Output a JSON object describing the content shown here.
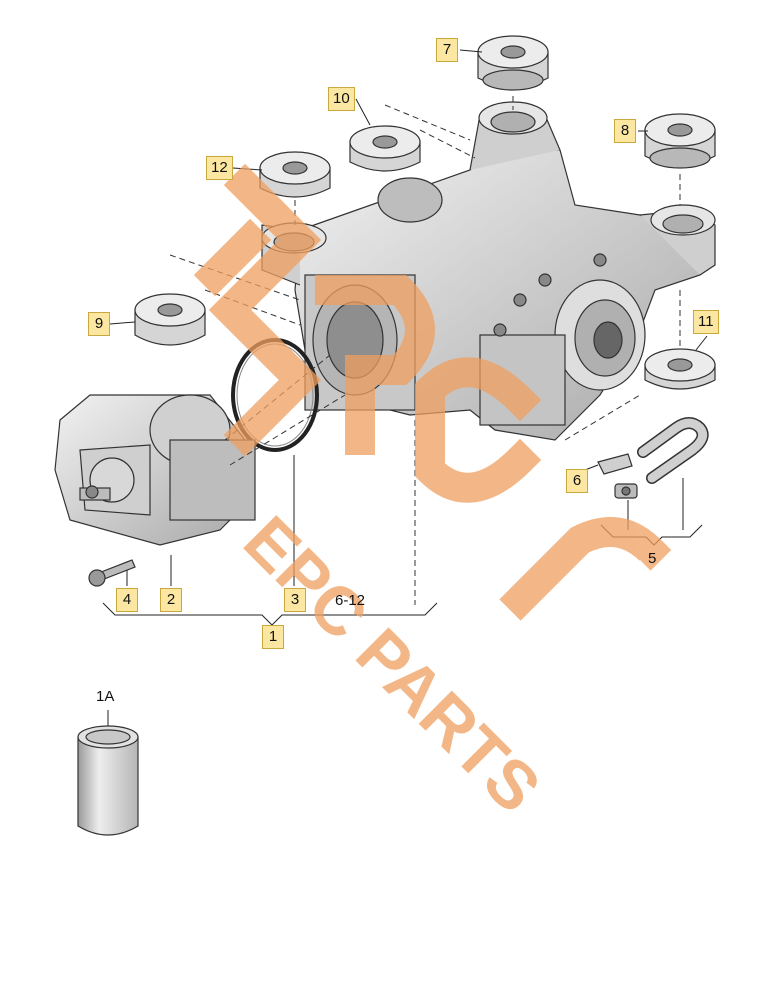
{
  "callouts": {
    "c1": "1",
    "c1a": "1A",
    "c2": "2",
    "c3": "3",
    "c4": "4",
    "c5": "5",
    "c6": "6",
    "c7": "7",
    "c8": "8",
    "c9": "9",
    "c10": "10",
    "c11": "11",
    "c12": "12"
  },
  "range_label": "6-12",
  "watermark": {
    "text": "EPC PARTS",
    "color": "#f0a060"
  },
  "colors": {
    "line": "#222222",
    "metal": "#d9d9d9",
    "metal_dark": "#9a9a9a",
    "callout_fill": "#fbe7a1"
  }
}
